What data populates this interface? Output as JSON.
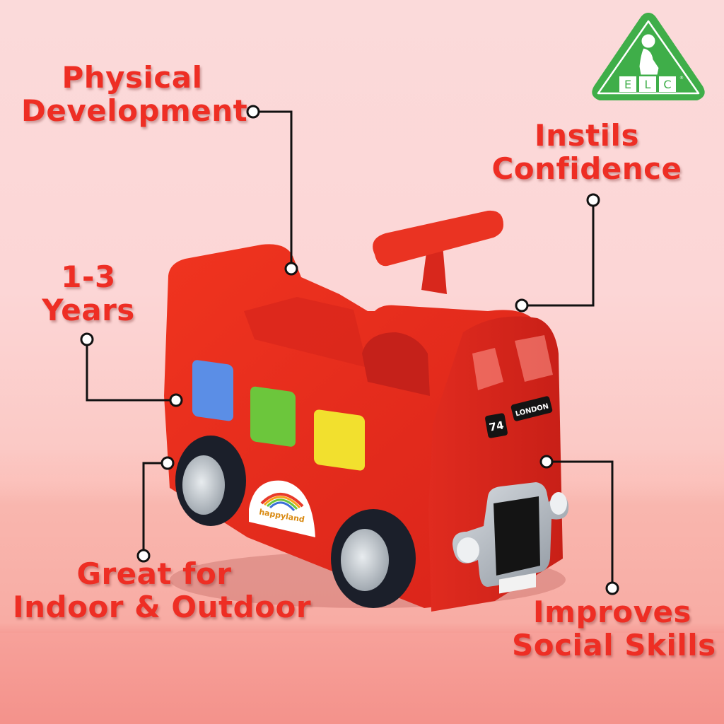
{
  "brand": {
    "logo_text": [
      "E",
      "L",
      "C"
    ],
    "logo_color": "#3fae49",
    "registered_mark": "®"
  },
  "colors": {
    "label_text": "#ee2e24",
    "connector": "#111111",
    "background_top": "#fbdada",
    "background_bottom": "#f4928b",
    "bus_red": "#e8281d"
  },
  "features": [
    {
      "lines": [
        "Physical",
        "Development"
      ]
    },
    {
      "lines": [
        "Instils",
        "Confidence"
      ]
    },
    {
      "lines": [
        "1-3",
        "Years"
      ]
    },
    {
      "lines": [
        "Great for",
        "Indoor & Outdoor"
      ]
    },
    {
      "lines": [
        "Improves",
        "Social Skills"
      ]
    }
  ],
  "product": {
    "route_number": "74",
    "destination": "LONDON",
    "sticker_brand": "happyland",
    "window_colors": [
      "#5b8ee6",
      "#6cc63c",
      "#f2e02e"
    ]
  }
}
